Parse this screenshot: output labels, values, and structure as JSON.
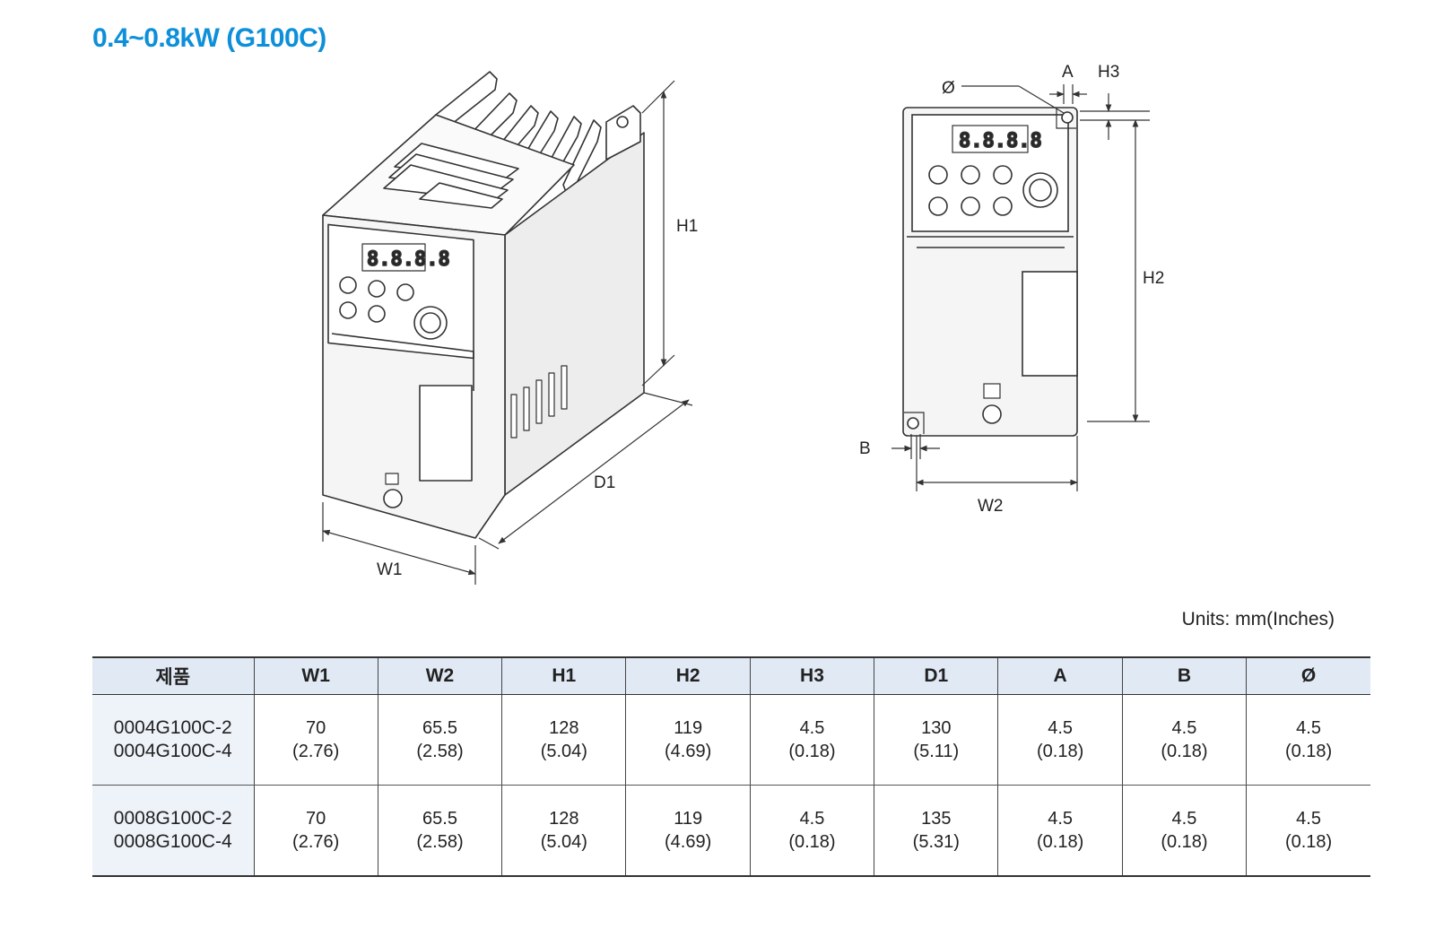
{
  "title": "0.4~0.8kW (G100C)",
  "units": "Units: mm(Inches)",
  "diagram_left": {
    "display_digits": "8.8.8.8",
    "labels": {
      "H1": "H1",
      "D1": "D1",
      "W1": "W1"
    }
  },
  "diagram_right": {
    "display_digits": "8.8.8.8",
    "labels": {
      "A": "A",
      "H3": "H3",
      "phi": "Ø",
      "H2": "H2",
      "B": "B",
      "W2": "W2"
    }
  },
  "table": {
    "headers": [
      "제품",
      "W1",
      "W2",
      "H1",
      "H2",
      "H3",
      "D1",
      "A",
      "B",
      "Ø"
    ],
    "rows": [
      {
        "model": [
          "0004G100C-2",
          "0004G100C-4"
        ],
        "values": [
          [
            "70",
            "(2.76)"
          ],
          [
            "65.5",
            "(2.58)"
          ],
          [
            "128",
            "(5.04)"
          ],
          [
            "119",
            "(4.69)"
          ],
          [
            "4.5",
            "(0.18)"
          ],
          [
            "130",
            "(5.11)"
          ],
          [
            "4.5",
            "(0.18)"
          ],
          [
            "4.5",
            "(0.18)"
          ],
          [
            "4.5",
            "(0.18)"
          ]
        ]
      },
      {
        "model": [
          "0008G100C-2",
          "0008G100C-4"
        ],
        "values": [
          [
            "70",
            "(2.76)"
          ],
          [
            "65.5",
            "(2.58)"
          ],
          [
            "128",
            "(5.04)"
          ],
          [
            "119",
            "(4.69)"
          ],
          [
            "4.5",
            "(0.18)"
          ],
          [
            "135",
            "(5.31)"
          ],
          [
            "4.5",
            "(0.18)"
          ],
          [
            "4.5",
            "(0.18)"
          ],
          [
            "4.5",
            "(0.18)"
          ]
        ]
      }
    ]
  }
}
